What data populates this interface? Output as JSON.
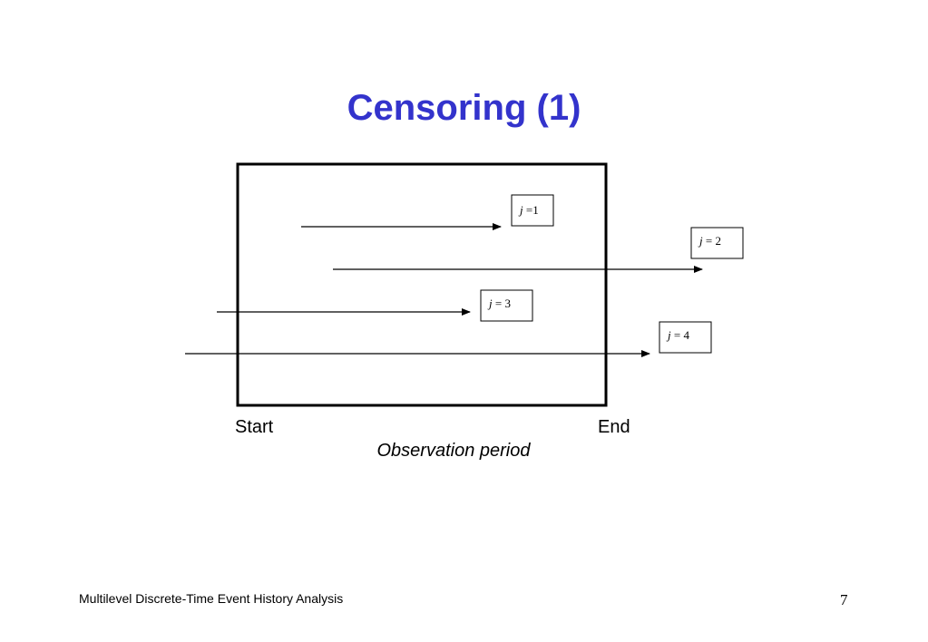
{
  "slide": {
    "title": "Censoring (1)",
    "footer_text": "Multilevel Discrete-Time Event History Analysis",
    "page_number": "7"
  },
  "diagram": {
    "start_label": "Start",
    "end_label": "End",
    "period_label": "Observation period",
    "cases": [
      {
        "var": "j",
        "eq": " =1"
      },
      {
        "var": "j",
        "eq": " = 2"
      },
      {
        "var": "j",
        "eq": " = 3"
      },
      {
        "var": "j",
        "eq": " = 4"
      }
    ]
  },
  "colors": {
    "title": "#3333cc",
    "line": "#000000"
  }
}
